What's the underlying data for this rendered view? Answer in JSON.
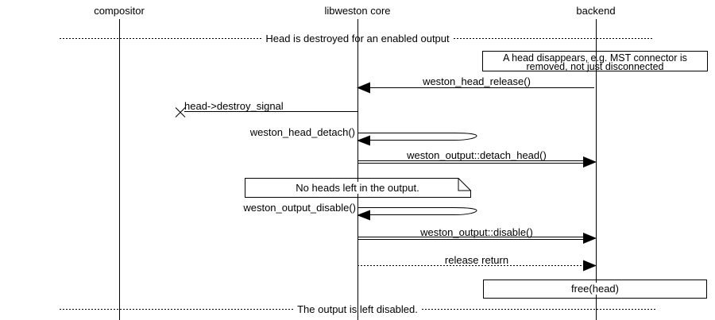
{
  "diagram": {
    "kind": "uml-sequence-diagram",
    "actors": {
      "compositor": "compositor",
      "libweston": "libweston core",
      "backend": "backend"
    },
    "dividers": {
      "top": "Head is destroyed for an enabled output",
      "bottom": "The output is left disabled."
    },
    "notes": {
      "head_disappears_line1": "A head disappears, e.g. MST connector is",
      "head_disappears_line2": "removed, not just disconnected",
      "no_heads": "No heads left in the output."
    },
    "messages": {
      "release": "weston_head_release()",
      "destroy_signal": "head->destroy_signal",
      "head_detach": "weston_head_detach()",
      "detach_head": "weston_output::detach_head()",
      "output_disable": "weston_output_disable()",
      "disable": "weston_output::disable()",
      "release_return": "release return"
    },
    "action": {
      "free_head": "free(head)"
    },
    "colors": {
      "line": "#000000",
      "background": "#ffffff"
    }
  }
}
